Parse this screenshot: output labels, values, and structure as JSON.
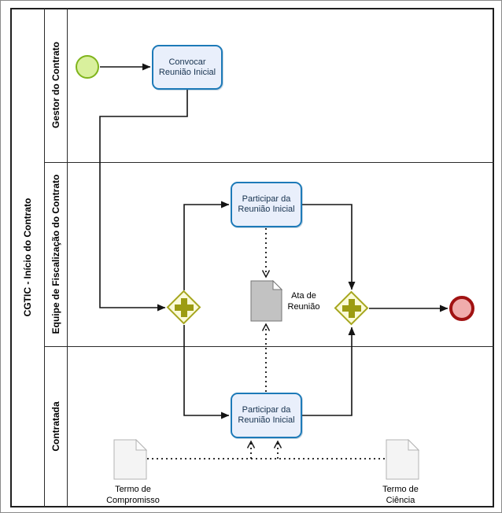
{
  "diagram": {
    "pool_label": "CGTIC - Início do Contrato",
    "lanes": [
      {
        "label": "Gestor do Contrato"
      },
      {
        "label": "Equipe de Fiscalização do Contrato"
      },
      {
        "label": "Contratada"
      }
    ],
    "tasks": {
      "convocar": {
        "lines": [
          "Convocar",
          "Reunião Inicial"
        ]
      },
      "participar_equipe": {
        "lines": [
          "Participar da",
          "Reunião Inicial"
        ]
      },
      "participar_contratada": {
        "lines": [
          "Participar da",
          "Reunião Inicial"
        ]
      }
    },
    "documents": {
      "ata": {
        "lines": [
          "Ata de",
          "Reunião"
        ]
      },
      "compromisso": {
        "lines": [
          "Termo de",
          "Compromisso"
        ]
      },
      "ciencia": {
        "lines": [
          "Termo de",
          "Ciência"
        ]
      }
    },
    "colors": {
      "task_border": "#1d7ab8",
      "task_fill": "#e9effb",
      "start_event_border": "#7fb41c",
      "start_event_fill": "#d9f09d",
      "end_event_border": "#a11212",
      "end_event_fill": "#f0acac",
      "gateway_border": "#a6a61e",
      "gateway_fill": "#fbfbd9",
      "gateway_plus": "#9c9c12",
      "document_gray_fill": "#c2c2c2",
      "document_light_fill": "#f4f4f4",
      "flow_line": "#141414"
    }
  }
}
